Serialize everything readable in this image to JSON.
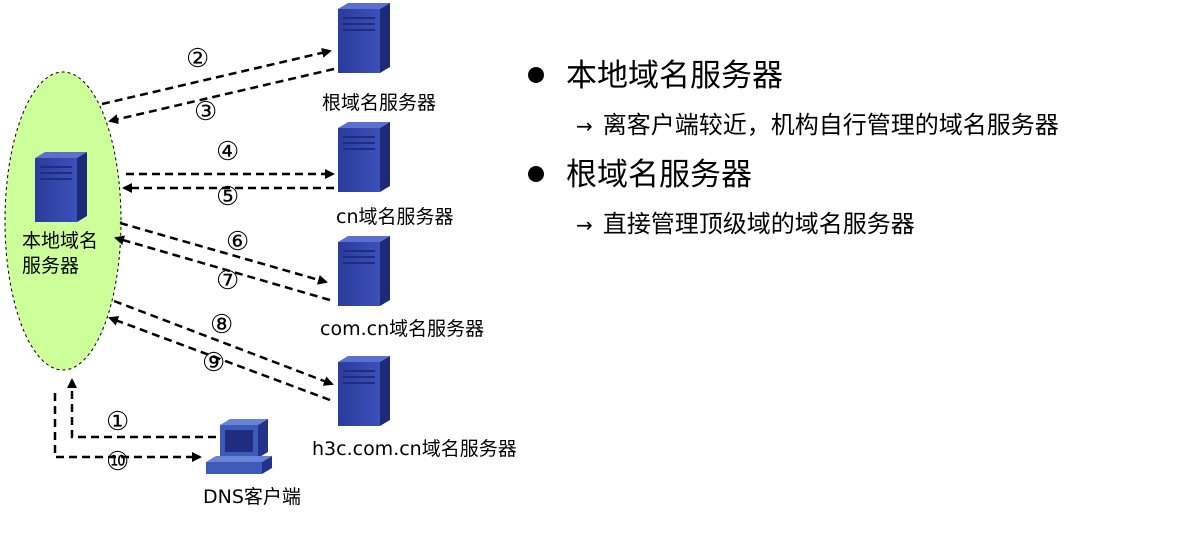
{
  "diagram": {
    "local_server_label": "本地域名\n服务器",
    "servers": [
      {
        "label": "根域名服务器"
      },
      {
        "label": "cn域名服务器"
      },
      {
        "label": "com.cn域名服务器"
      },
      {
        "label": "h3c.com.cn域名服务器"
      }
    ],
    "client_label": "DNS客户端",
    "steps": [
      "①",
      "②",
      "③",
      "④",
      "⑤",
      "⑥",
      "⑦",
      "⑧",
      "⑨",
      "⑩"
    ]
  },
  "bullets": [
    {
      "title": "本地域名服务器",
      "desc": "离客户端较近，机构自行管理的域名服务器"
    },
    {
      "title": "根域名服务器",
      "desc": "直接管理顶级域的域名服务器"
    }
  ],
  "colors": {
    "ellipse_fill": "#ccff99",
    "server_blue": "#2b3f9e",
    "client_blue": "#3d5bb8"
  }
}
